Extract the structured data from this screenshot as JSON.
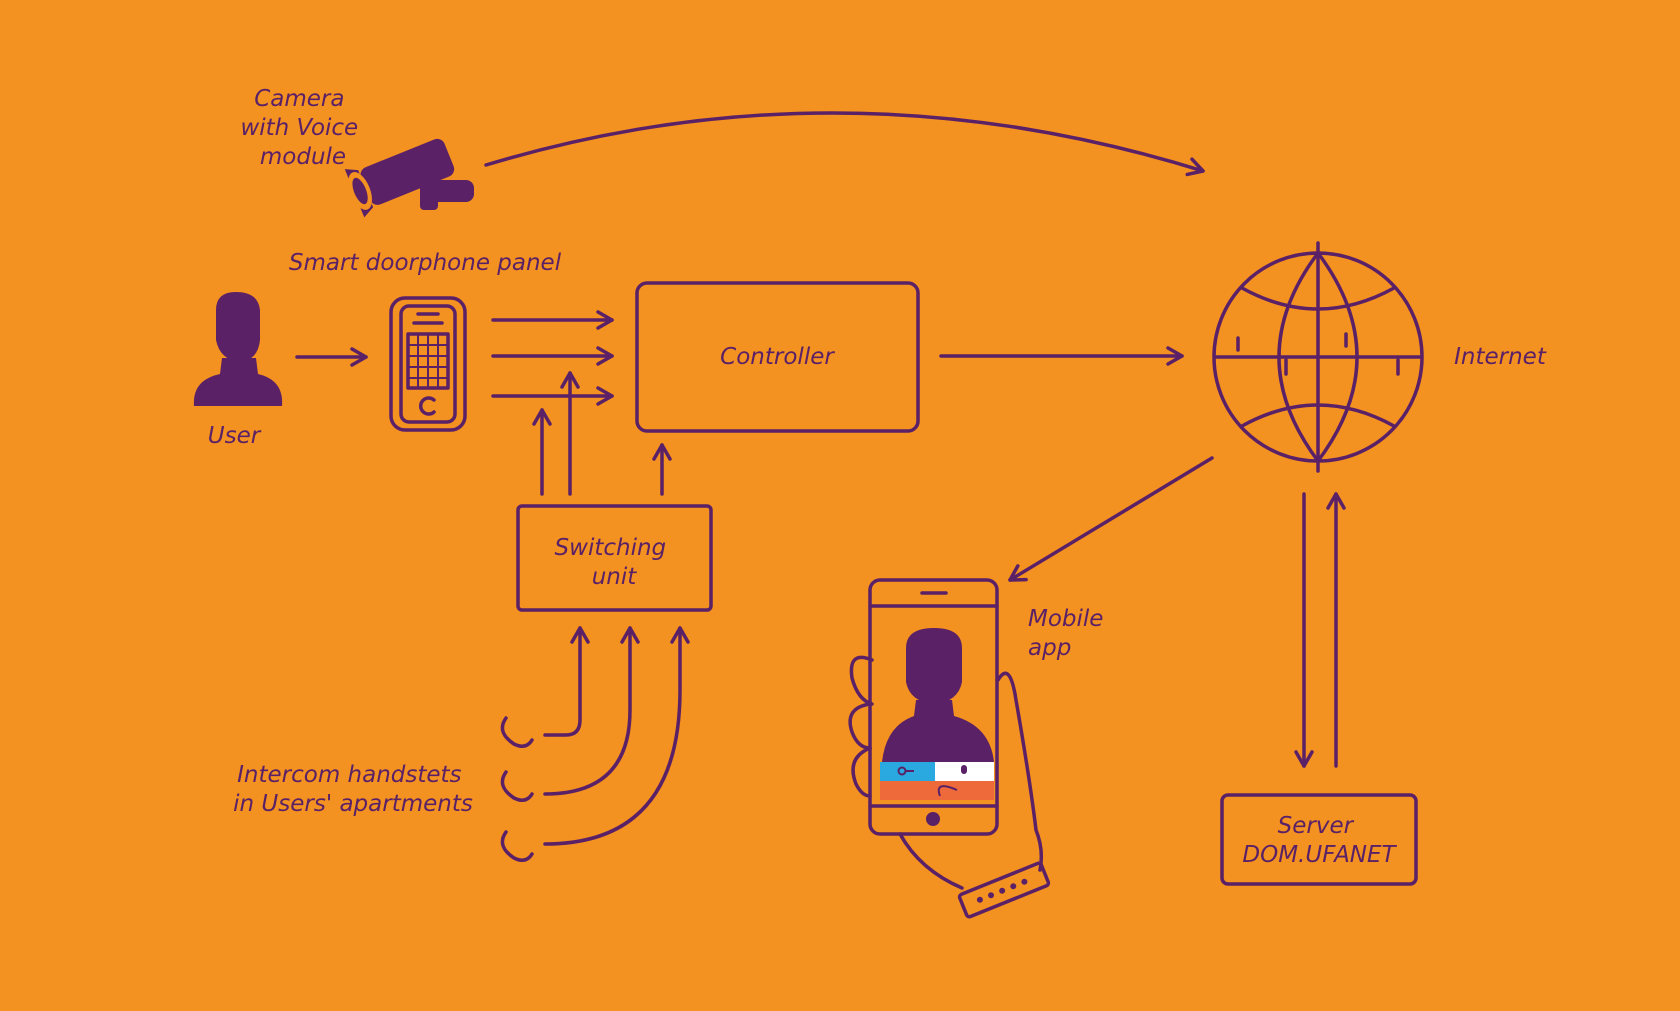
{
  "labels": {
    "camera": [
      "Camera",
      "with Voice",
      "module"
    ],
    "panel": "Smart doorphone panel",
    "user": "User",
    "controller": "Controller",
    "internet": "Internet",
    "switching": [
      "Switching",
      "unit"
    ],
    "mobile": [
      "Mobile",
      "app"
    ],
    "handsets": [
      "Intercom handstets",
      "in Users' apartments"
    ],
    "server": [
      "Server",
      "DOM.UFANET"
    ]
  },
  "icons": [
    "camera-icon",
    "user-icon",
    "doorphone-panel-icon",
    "globe-icon",
    "smartphone-icon",
    "handset-icon"
  ],
  "colors": {
    "background": "#f39121",
    "ink": "#5a2166",
    "app_key_button": "#29a9e0",
    "app_mic_button": "#ffffff",
    "app_hangup_button": "#ef6a3a"
  }
}
